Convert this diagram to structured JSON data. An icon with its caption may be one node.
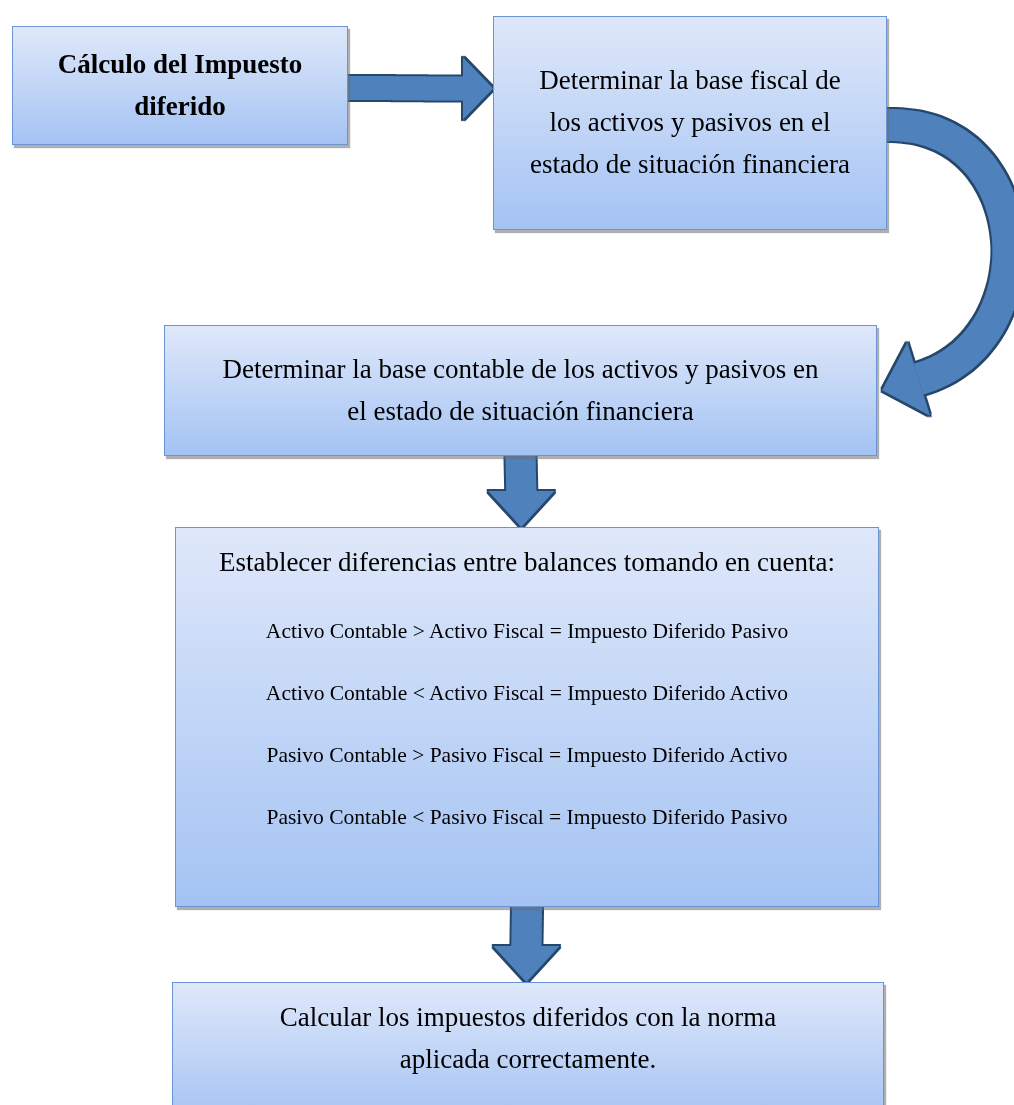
{
  "diagram": {
    "nodes": [
      {
        "text": [
          "Cálculo del Impuesto diferido"
        ]
      },
      {
        "text": [
          "Determinar la base fiscal de los activos y pasivos en el estado de situación financiera"
        ]
      },
      {
        "text": [
          "Determinar la base contable de los activos y pasivos en el estado de situación financiera"
        ]
      },
      {
        "text": [
          "Establecer diferencias entre balances tomando en cuenta:",
          "Activo Contable > Activo Fiscal = Impuesto Diferido Pasivo",
          "Activo Contable < Activo Fiscal = Impuesto Diferido Activo",
          "Pasivo Contable > Pasivo Fiscal = Impuesto Diferido Activo",
          "Pasivo Contable < Pasivo Fiscal = Impuesto Diferido Pasivo"
        ]
      },
      {
        "text": [
          "Calcular los impuestos diferidos con la norma aplicada correctamente."
        ]
      }
    ],
    "edges": [
      {
        "from": 0,
        "to": 1,
        "arrow": "to"
      },
      {
        "from": 1,
        "to": 2,
        "arrow": "to"
      },
      {
        "from": 2,
        "to": 3,
        "arrow": "to"
      },
      {
        "from": 3,
        "to": 4,
        "arrow": "to"
      }
    ]
  }
}
